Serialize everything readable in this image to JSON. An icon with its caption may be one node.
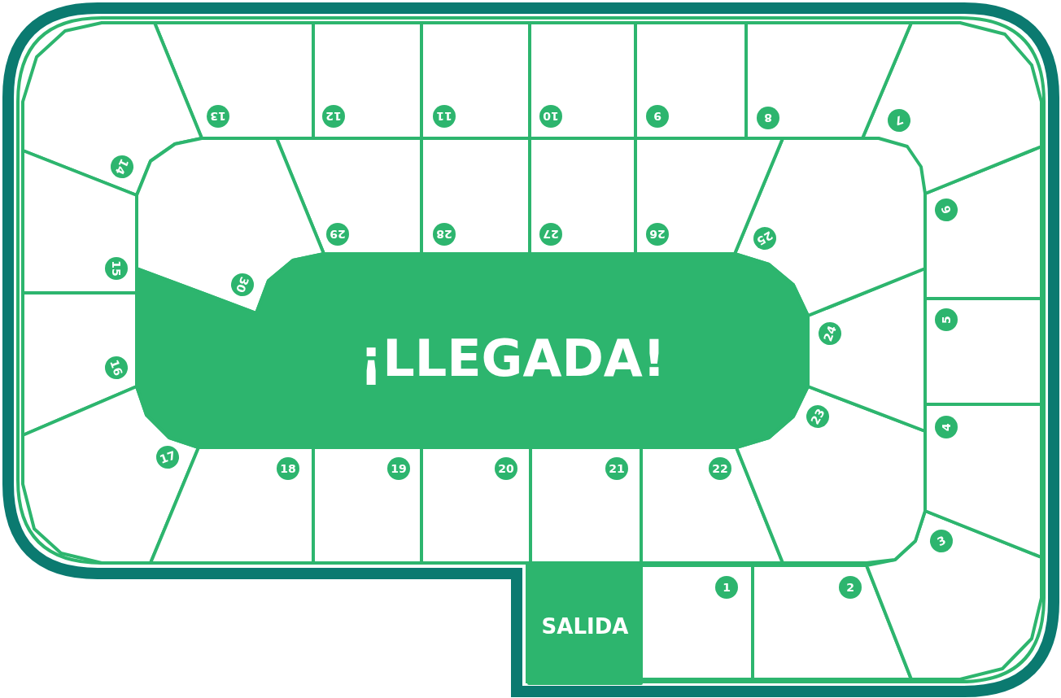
{
  "diagram": {
    "nodes": [
      {
        "text": [
          "SALIDA"
        ]
      },
      {
        "text": [
          "1"
        ]
      },
      {
        "text": [
          "2"
        ]
      },
      {
        "text": [
          "3"
        ]
      },
      {
        "text": [
          "4"
        ]
      },
      {
        "text": [
          "5"
        ]
      },
      {
        "text": [
          "6"
        ]
      },
      {
        "text": [
          "7"
        ]
      },
      {
        "text": [
          "8"
        ]
      },
      {
        "text": [
          "9"
        ]
      },
      {
        "text": [
          "10"
        ]
      },
      {
        "text": [
          "11"
        ]
      },
      {
        "text": [
          "12"
        ]
      },
      {
        "text": [
          "13"
        ]
      },
      {
        "text": [
          "14"
        ]
      },
      {
        "text": [
          "15"
        ]
      },
      {
        "text": [
          "16"
        ]
      },
      {
        "text": [
          "17"
        ]
      },
      {
        "text": [
          "18"
        ]
      },
      {
        "text": [
          "19"
        ]
      },
      {
        "text": [
          "20"
        ]
      },
      {
        "text": [
          "21"
        ]
      },
      {
        "text": [
          "22"
        ]
      },
      {
        "text": [
          "23"
        ]
      },
      {
        "text": [
          "24"
        ]
      },
      {
        "text": [
          "25"
        ]
      },
      {
        "text": [
          "26"
        ]
      },
      {
        "text": [
          "27"
        ]
      },
      {
        "text": [
          "28"
        ]
      },
      {
        "text": [
          "29"
        ]
      },
      {
        "text": [
          "30"
        ]
      },
      {
        "text": [
          "¡LLEGADA!"
        ]
      }
    ]
  }
}
